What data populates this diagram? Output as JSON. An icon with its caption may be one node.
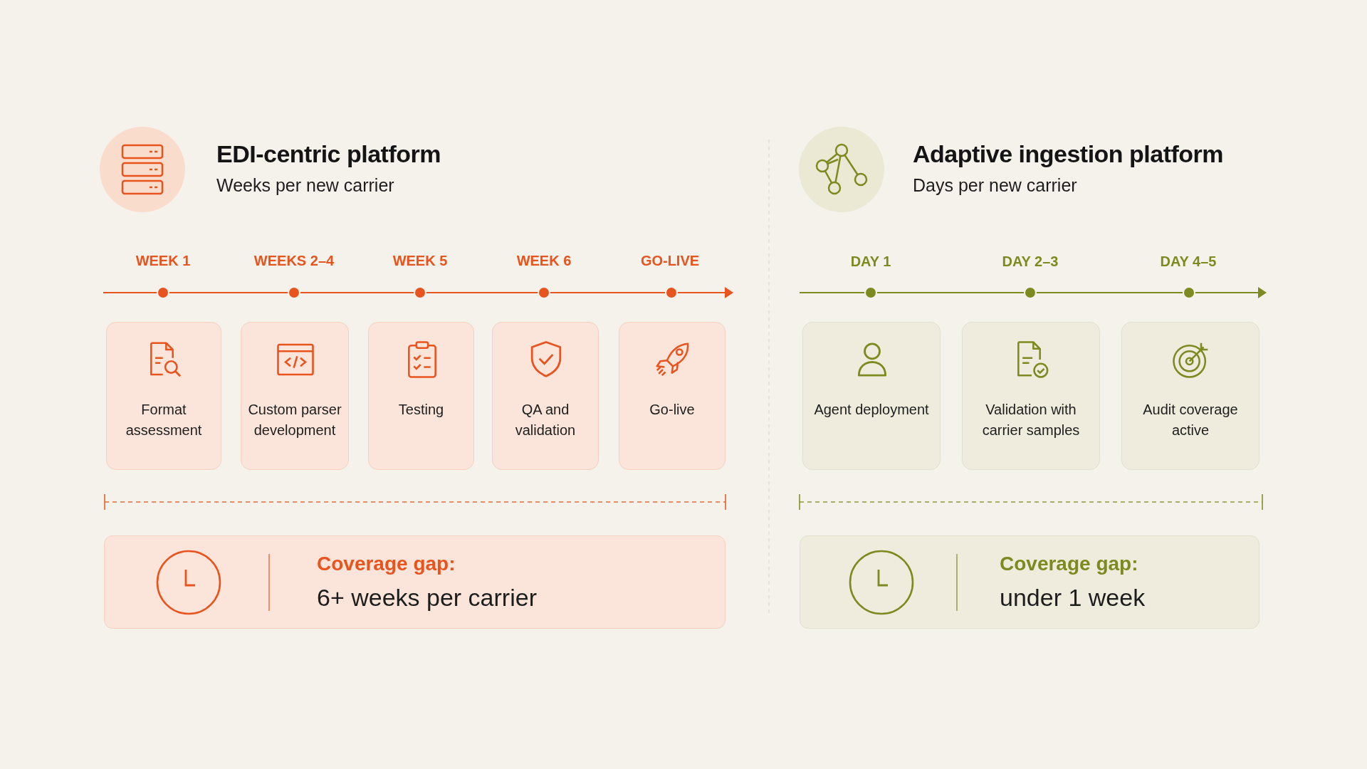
{
  "diagram": {
    "nodes": [
      {
        "text": [
          "Format assessment"
        ]
      },
      {
        "text": [
          "Custom parser development"
        ]
      },
      {
        "text": [
          "Testing"
        ]
      },
      {
        "text": [
          "QA and validation"
        ]
      },
      {
        "text": [
          "Go-live"
        ]
      },
      {
        "text": [
          "Agent deployment"
        ]
      },
      {
        "text": [
          "Validation with carrier samples"
        ]
      },
      {
        "text": [
          "Audit coverage active"
        ]
      },
      {
        "text": [
          "Coverage gap:",
          "6+ weeks per carrier"
        ]
      },
      {
        "text": [
          "Coverage gap:",
          "under 1 week"
        ]
      }
    ],
    "labels": [
      "EDI-centric platform",
      "Weeks per new carrier",
      "WEEK 1",
      "WEEKS 2–4",
      "WEEK 5",
      "WEEK 6",
      "GO-LIVE",
      "Adaptive ingestion platform",
      "Days per new carrier",
      "DAY 1",
      "DAY 2–3",
      "DAY 4–5"
    ]
  }
}
